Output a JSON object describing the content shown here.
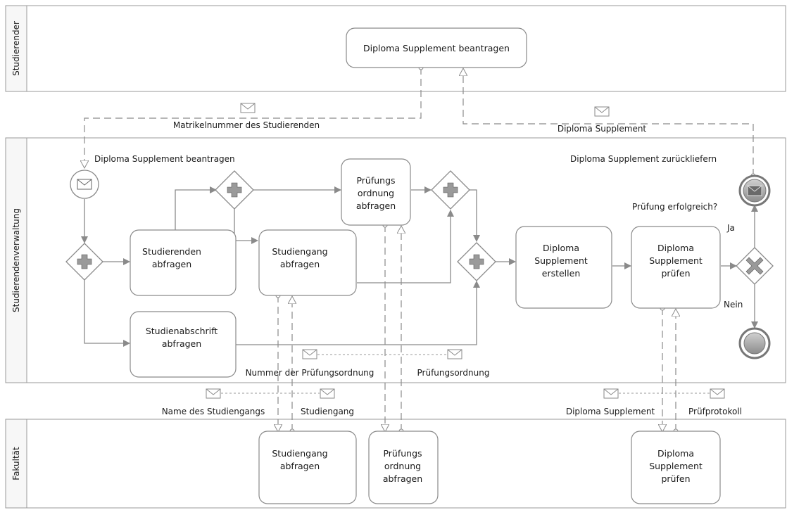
{
  "pools": {
    "studierender": "Studierender",
    "verwaltung": "Studierendenverwaltung",
    "fakultaet": "Fakultät"
  },
  "tasks": {
    "ds_beantragen": "Diploma Supplement beantragen",
    "studierenden_abfragen": [
      "Studierenden",
      "abfragen"
    ],
    "studiengang_abfragen": [
      "Studiengang",
      "abfragen"
    ],
    "pruefungsordnung_abfragen": [
      "Prüfungs",
      "ordnung",
      "abfragen"
    ],
    "studienabschrift_abfragen": [
      "Studienabschrift",
      "abfragen"
    ],
    "ds_erstellen": [
      "Diploma",
      "Supplement",
      "erstellen"
    ],
    "ds_pruefen": [
      "Diploma",
      "Supplement",
      "prüfen"
    ],
    "fak_studiengang_abfragen": [
      "Studiengang",
      "abfragen"
    ],
    "fak_pruefungsordnung_abfragen": [
      "Prüfungs",
      "ordnung",
      "abfragen"
    ],
    "fak_ds_pruefen": [
      "Diploma",
      "Supplement",
      "prüfen"
    ]
  },
  "events": {
    "start_label": "Diploma Supplement beantragen",
    "end_message_label": "Diploma Supplement zurückliefern"
  },
  "gateway": {
    "question": "Prüfung erfolgreich?",
    "yes": "Ja",
    "no": "Nein"
  },
  "messages": {
    "matrikelnummer": "Matrikelnummer des Studierenden",
    "diploma_supplement_top": "Diploma Supplement",
    "nummer_pruefungsordnung": "Nummer der Prüfungsordnung",
    "pruefungsordnung": "Prüfungsordnung",
    "name_studiengang": "Name des Studiengangs",
    "studiengang": "Studiengang",
    "diploma_supplement_bottom": "Diploma Supplement",
    "pruefprotokoll": "Prüfprotokoll"
  }
}
